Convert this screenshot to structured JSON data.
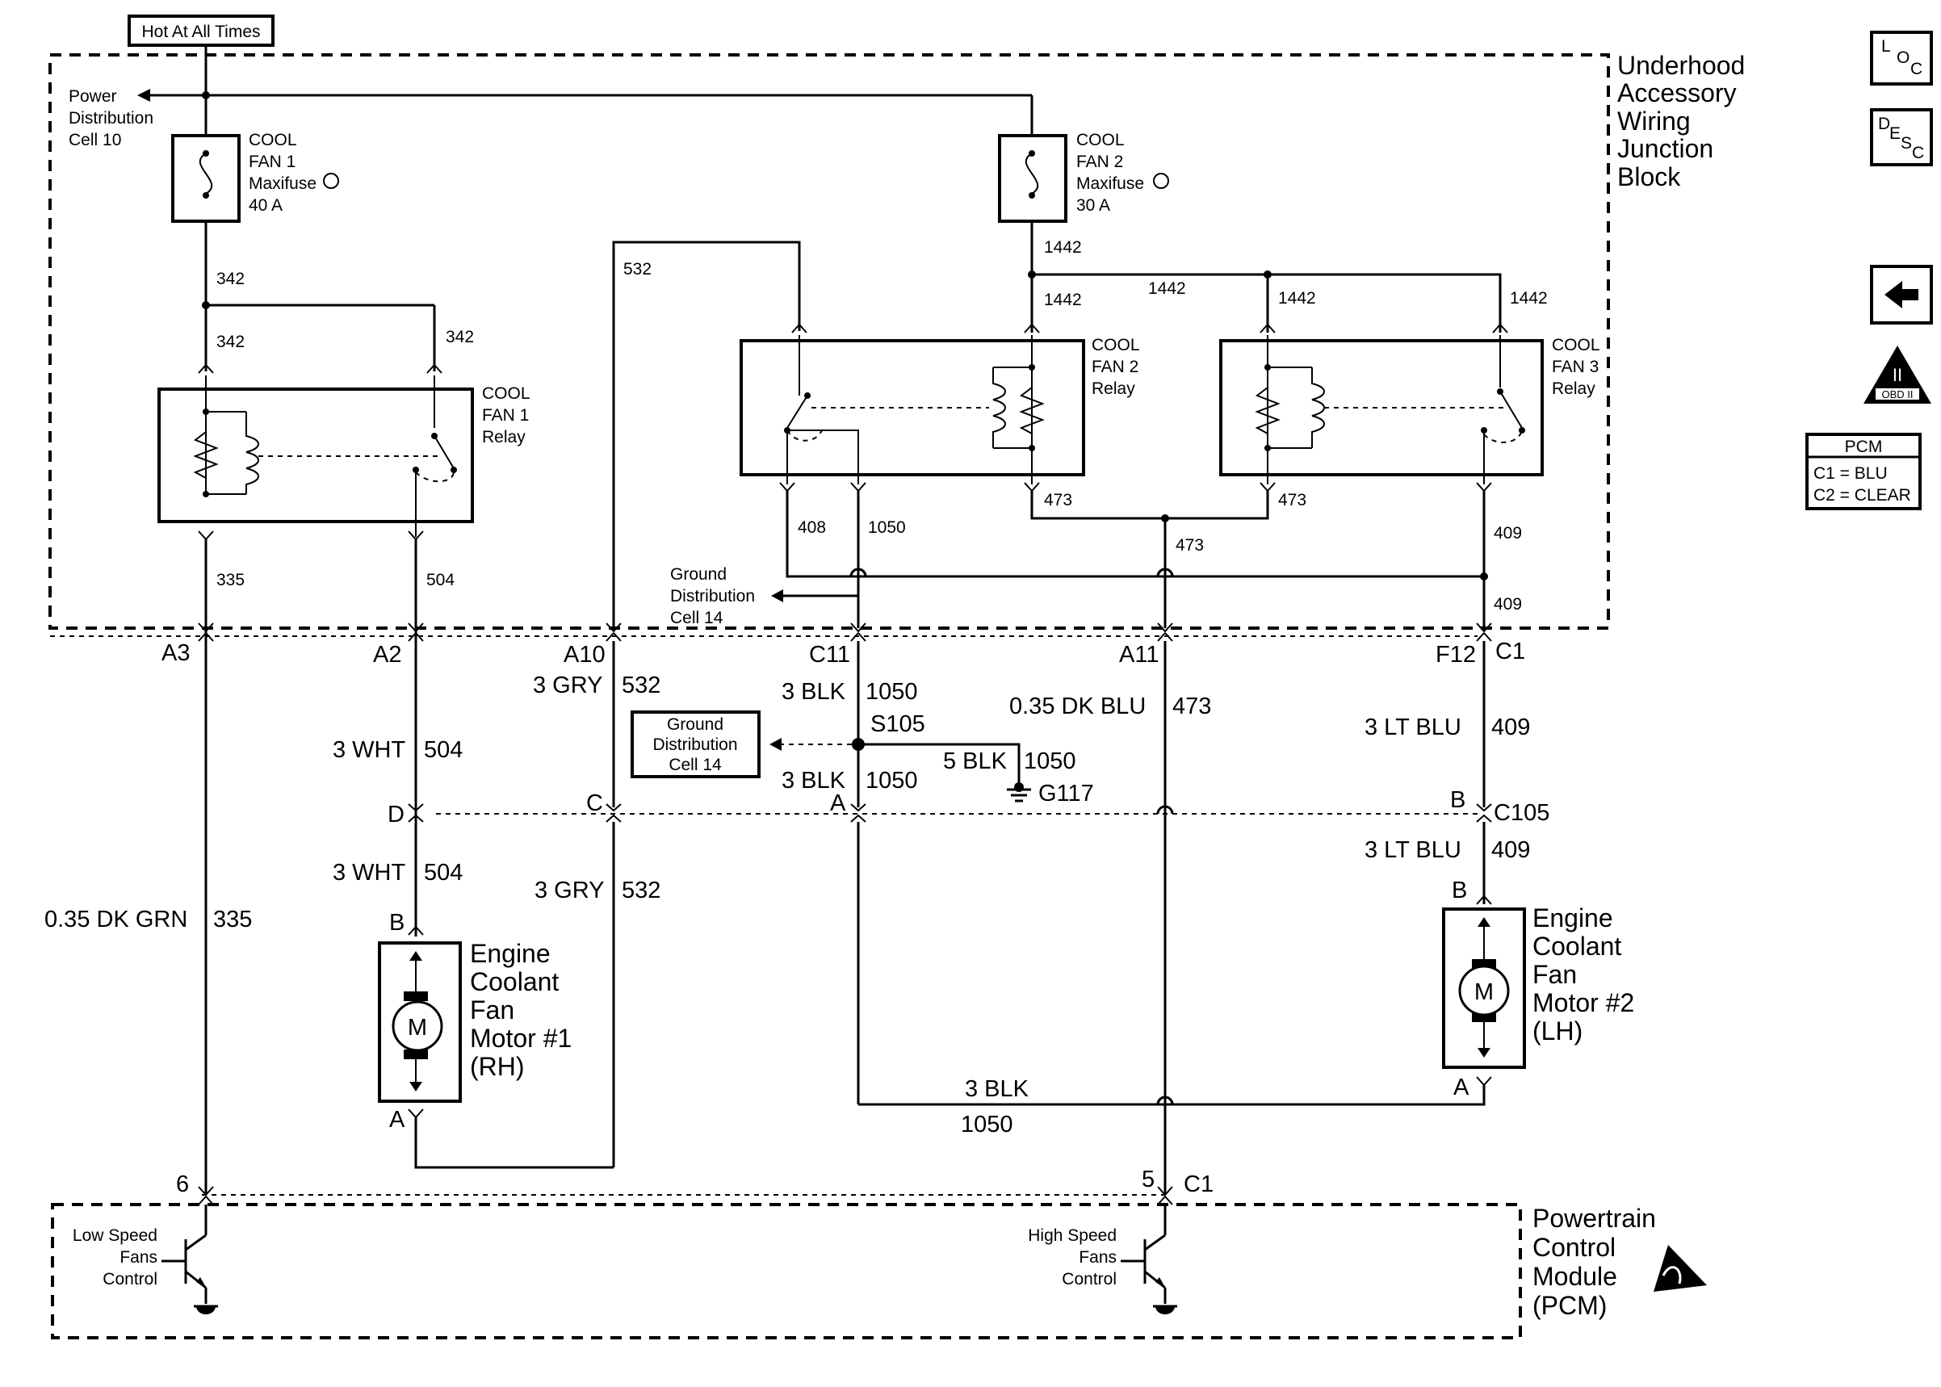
{
  "top_label": "Hot At All Times",
  "junction_block": [
    "Underhood",
    "Accessory",
    "Wiring",
    "Junction",
    "Block"
  ],
  "power_dist": [
    "Power",
    "Distribution",
    "Cell 10"
  ],
  "fuse1": [
    "COOL",
    "FAN 1",
    "Maxifuse",
    "40 A"
  ],
  "fuse2": [
    "COOL",
    "FAN 2",
    "Maxifuse",
    "30 A"
  ],
  "relay1": [
    "COOL",
    "FAN 1",
    "Relay"
  ],
  "relay2": [
    "COOL",
    "FAN 2",
    "Relay"
  ],
  "relay3": [
    "COOL",
    "FAN 3",
    "Relay"
  ],
  "ground_dist_a": [
    "Ground",
    "Distribution",
    "Cell 14"
  ],
  "ground_dist_b": [
    "Ground",
    "Distribution",
    "Cell 14"
  ],
  "circuits": {
    "c342a": "342",
    "c342b": "342",
    "c342c": "342",
    "c532": "532",
    "c1442a": "1442",
    "c1442b": "1442",
    "c1442c": "1442",
    "c1442d": "1442",
    "c1442e": "1442",
    "c335": "335",
    "c504": "504",
    "c408": "408",
    "c1050": "1050",
    "c473a": "473",
    "c473b": "473",
    "c473c": "473",
    "c409a": "409",
    "c409b": "409"
  },
  "connectors": {
    "a3": "A3",
    "a2": "A2",
    "a10": "A10",
    "c11": "C11",
    "a11": "A11",
    "f12": "F12",
    "c1": "C1",
    "d": "D",
    "c": "C",
    "a": "A",
    "b": "B",
    "c105": "C105",
    "mb1": "B",
    "ma1": "A",
    "mb2": "B",
    "ma2": "A",
    "pin6": "6",
    "pin5": "5",
    "pcm_c1": "C1"
  },
  "wires": {
    "w532a": "3 GRY",
    "n532a": "532",
    "w1050a": "3 BLK",
    "n1050a": "1050",
    "w473": "0.35 DK BLU",
    "n473": "473",
    "w409a": "3 LT BLU",
    "n409a": "409",
    "w504a": "3 WHT",
    "n504a": "504",
    "w1050c": "3 BLK",
    "n1050c": "1050",
    "w1050b": "5 BLK",
    "n1050b": "1050",
    "w504b": "3 WHT",
    "n504b": "504",
    "w532b": "3 GRY",
    "n532b": "532",
    "w409b": "3 LT BLU",
    "n409b": "409",
    "w335": "0.35 DK GRN",
    "n335": "335",
    "w1050d": "3 BLK",
    "n1050d": "1050"
  },
  "splice": "S105",
  "ground": "G117",
  "motor1": [
    "Engine",
    "Coolant",
    "Fan",
    "Motor #1",
    "(RH)"
  ],
  "motor2": [
    "Engine",
    "Coolant",
    "Fan",
    "Motor #2",
    "(LH)"
  ],
  "motor_symbol": "M",
  "low_speed": [
    "Low Speed",
    "Fans",
    "Control"
  ],
  "high_speed": [
    "High Speed",
    "Fans",
    "Control"
  ],
  "pcm": [
    "Powertrain",
    "Control",
    "Module",
    "(PCM)"
  ],
  "loc_icon": {
    "l1": "L",
    "l2": "O",
    "l3": "C"
  },
  "desc_icon": {
    "l1": "D",
    "l2": "E",
    "l3": "S",
    "l4": "C"
  },
  "obd_icon": {
    "top": "II",
    "bottom": "OBD II"
  },
  "pcm_legend": {
    "title": "PCM",
    "c1": "C1 = BLU",
    "c2": "C2 = CLEAR"
  }
}
